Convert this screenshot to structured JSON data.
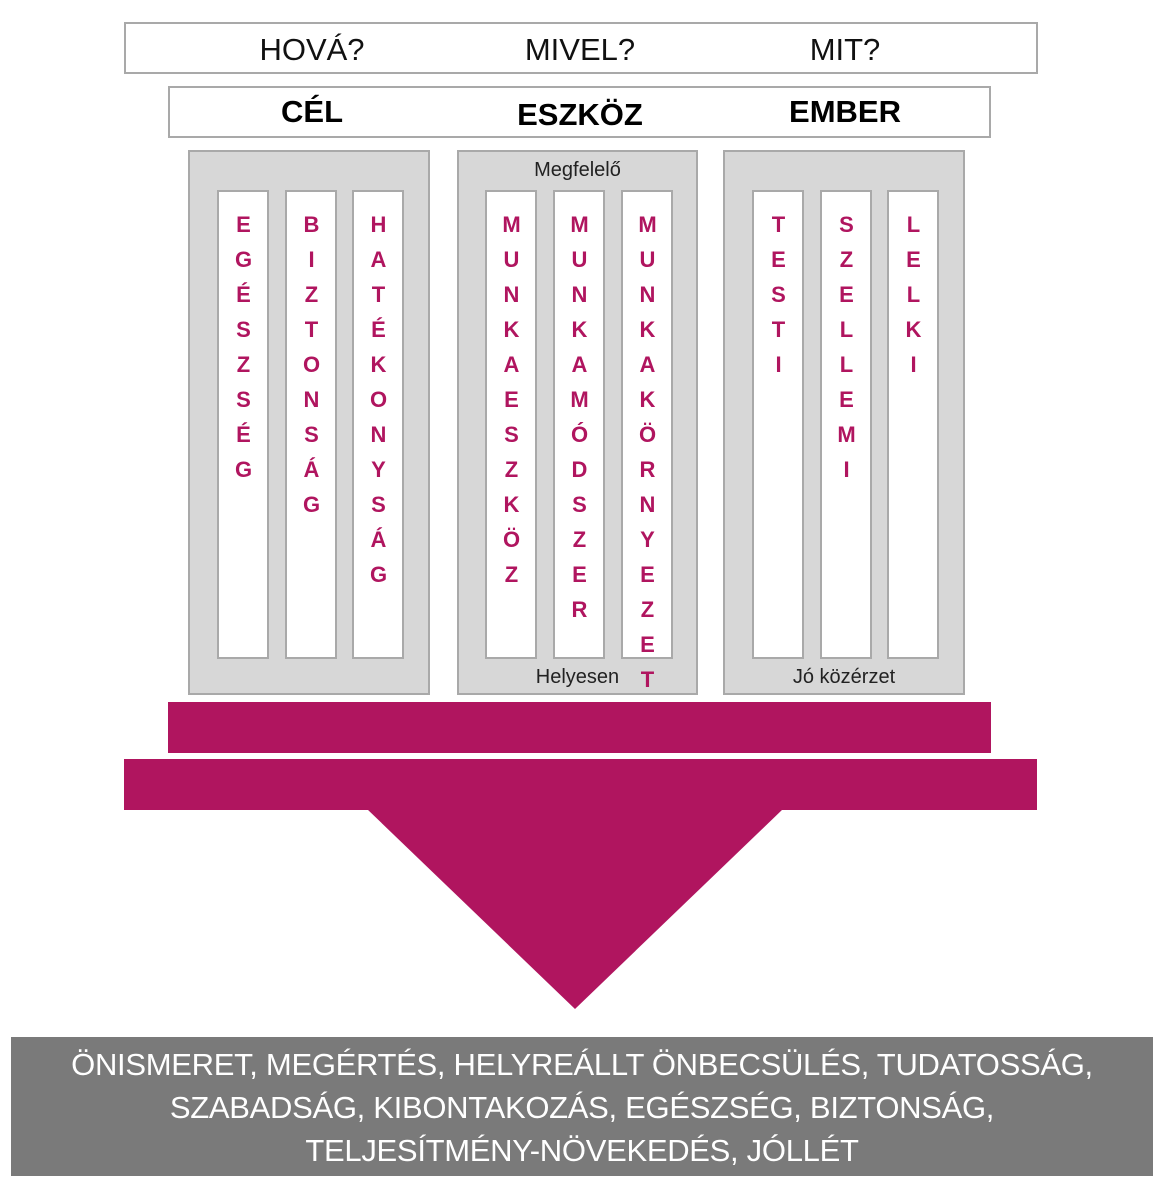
{
  "questions": [
    "HOVÁ?",
    "MIVEL?",
    "MIT?"
  ],
  "categories": [
    "CÉL",
    "ESZKÖZ",
    "EMBER"
  ],
  "groups": [
    {
      "top_label": "",
      "bottom_label": "",
      "columns": [
        "EGÉSZSÉG",
        "BIZTONSÁG",
        "HATÉKONYSÁG"
      ]
    },
    {
      "top_label": "Megfelelő",
      "bottom_label": "Helyesen",
      "columns": [
        "MUNKAESZKÖZ",
        "MUNKAMÓDSZER",
        "MUNKAKÖRNYEZET"
      ]
    },
    {
      "top_label": "",
      "bottom_label": "Jó közérzet",
      "columns": [
        "TESTI",
        "SZELLEMI",
        "LELKI"
      ]
    }
  ],
  "result_lines": [
    "ÖNISMERET, MEGÉRTÉS, HELYREÁLLT ÖNBECSÜLÉS, TUDATOSSÁG,",
    "SZABADSÁG, KIBONTAKOZÁS, EGÉSZSÉG, BIZTONSÁG,",
    "TELJESÍTMÉNY-NÖVEKEDÉS, JÓLLÉT"
  ],
  "colors": {
    "accent": "#b0155f",
    "panel": "#d7d7d7",
    "result_bg": "#7a7a7a"
  }
}
